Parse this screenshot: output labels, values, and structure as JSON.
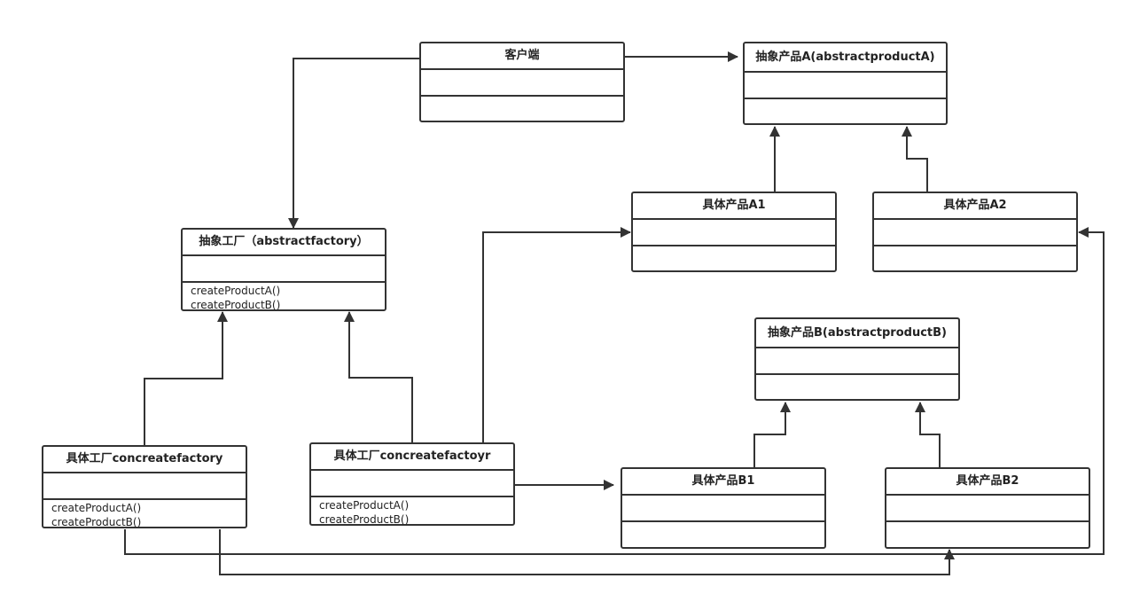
{
  "classes": {
    "client": {
      "title": "客户端",
      "methods": []
    },
    "abstract_product_a": {
      "title": "抽象产品A(abstractproductA)",
      "methods": []
    },
    "product_a1": {
      "title": "具体产品A1",
      "methods": []
    },
    "product_a2": {
      "title": "具体产品A2",
      "methods": []
    },
    "abstract_factory": {
      "title": "抽象工厂（abstractfactory）",
      "methods": [
        "createProductA()",
        "createProductB()"
      ]
    },
    "abstract_product_b": {
      "title": "抽象产品B(abstractproductB)",
      "methods": []
    },
    "concrete_factory_1": {
      "title": "具体工厂concreatefactory",
      "methods": [
        "createProductA()",
        "createProductB()"
      ]
    },
    "concrete_factory_2": {
      "title": "具体工厂concreatefactoyr",
      "methods": [
        "createProductA()",
        "createProductB()"
      ]
    },
    "product_b1": {
      "title": "具体产品B1",
      "methods": []
    },
    "product_b2": {
      "title": "具体产品B2",
      "methods": []
    }
  },
  "colors": {
    "line": "#333333",
    "box_fill": "#ffffff"
  }
}
